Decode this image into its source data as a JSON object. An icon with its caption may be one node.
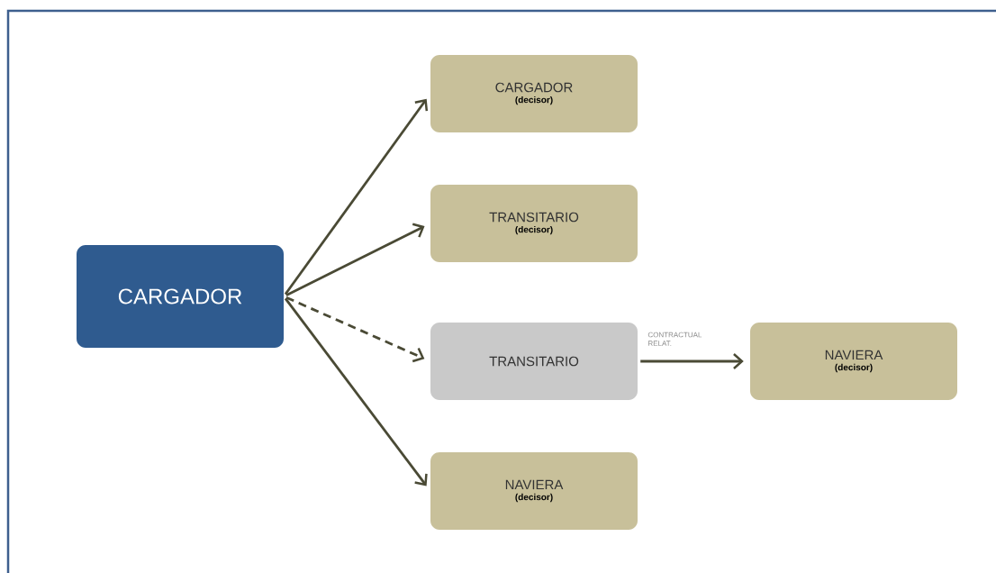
{
  "diagram": {
    "nodes": [
      {
        "text": [
          "CARGADOR"
        ]
      },
      {
        "text": [
          "CARGADOR",
          "(decisor)"
        ]
      },
      {
        "text": [
          "TRANSITARIO",
          "(decisor)"
        ]
      },
      {
        "text": [
          "TRANSITARIO"
        ]
      },
      {
        "text": [
          "NAVIERA",
          "(decisor)"
        ]
      },
      {
        "text": [
          "NAVIERA",
          "(decisor)"
        ]
      }
    ],
    "edges": [
      {
        "from": 0,
        "to": 1,
        "arrow": "to"
      },
      {
        "from": 0,
        "to": 2,
        "arrow": "to"
      },
      {
        "from": 0,
        "to": 3,
        "arrow": "to",
        "style": "dashed"
      },
      {
        "from": 0,
        "to": 5,
        "arrow": "to"
      },
      {
        "from": 3,
        "to": 4,
        "arrow": "to",
        "label": "CONTRACTUAL RELAT."
      }
    ]
  }
}
